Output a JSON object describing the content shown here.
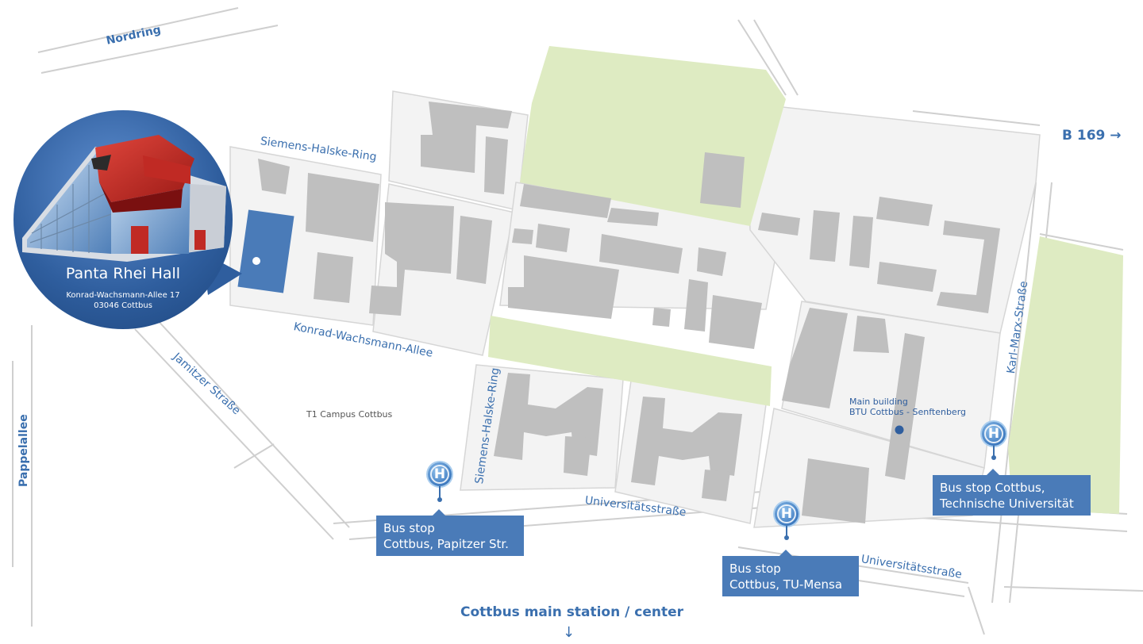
{
  "map": {
    "streets": {
      "nordring": "Nordring",
      "siemens_halske_ring_north": "Siemens-Halske-Ring",
      "siemens_halske_ring_south": "Siemens-Halske-Ring",
      "konrad_wachsmann_allee": "Konrad-Wachsmann-Allee",
      "jamitzer_strasse": "Jamitzer Straße",
      "pappelallee": "Pappelallee",
      "karl_marx_strasse": "Karl-Marx-Straße",
      "universitaetsstrasse_1": "Universitätsstraße",
      "universitaetsstrasse_2": "Universitätsstraße"
    },
    "area_label": "T1 Campus Cottbus",
    "main_building": {
      "line1": "Main building",
      "line2": "BTU Cottbus - Senftenberg"
    },
    "directions": {
      "b169": "B 169 →",
      "station": "Cottbus main station / center",
      "station_arrow": "↓"
    },
    "venue": {
      "title": "Panta Rhei Hall",
      "address_line1": "Konrad-Wachsmann-Allee 17",
      "address_line2": "03046 Cottbus"
    },
    "bus_stops": [
      {
        "icon_letter": "H",
        "line1": "Bus stop",
        "line2": "Cottbus, Papitzer Str."
      },
      {
        "icon_letter": "H",
        "line1": "Bus stop",
        "line2": "Cottbus, TU-Mensa"
      },
      {
        "icon_letter": "H",
        "line1": "Bus stop Cottbus,",
        "line2": "Technische Universität"
      }
    ],
    "colors": {
      "label_blue": "#3a6fae",
      "box_blue": "#4a7bb8",
      "building_grey": "#bfbfbf",
      "block_light": "#f3f3f3",
      "green_area": "#deebc2",
      "road_outline": "#cfcfcf",
      "venue_building": "#4a7bb8"
    }
  }
}
